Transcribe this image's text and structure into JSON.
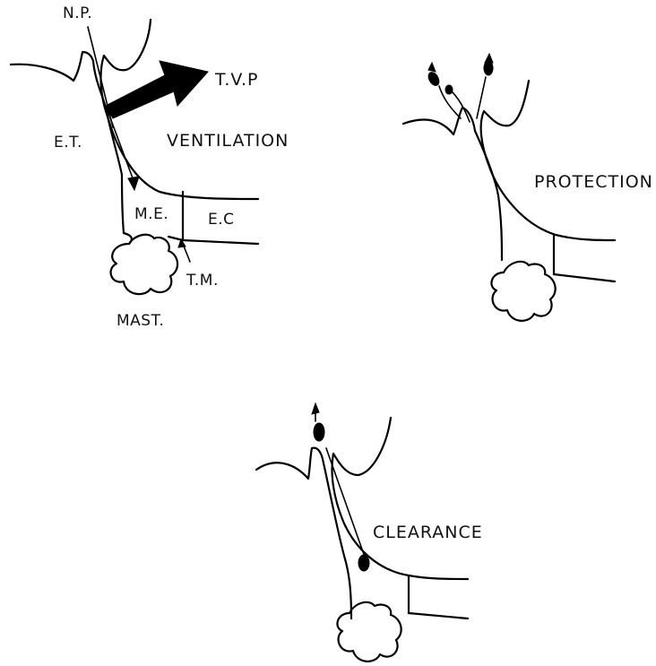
{
  "panels": {
    "ventilation": {
      "title": "VENTILATION",
      "labels": {
        "np": "N.P.",
        "tvp": "T.V.P",
        "et": "E.T.",
        "me": "M.E.",
        "ec": "E.C",
        "tm": "T.M.",
        "mast": "MAST."
      }
    },
    "protection": {
      "title": "PROTECTION"
    },
    "clearance": {
      "title": "CLEARANCE"
    }
  },
  "colors": {
    "ink": "#000000",
    "background": "#ffffff"
  }
}
